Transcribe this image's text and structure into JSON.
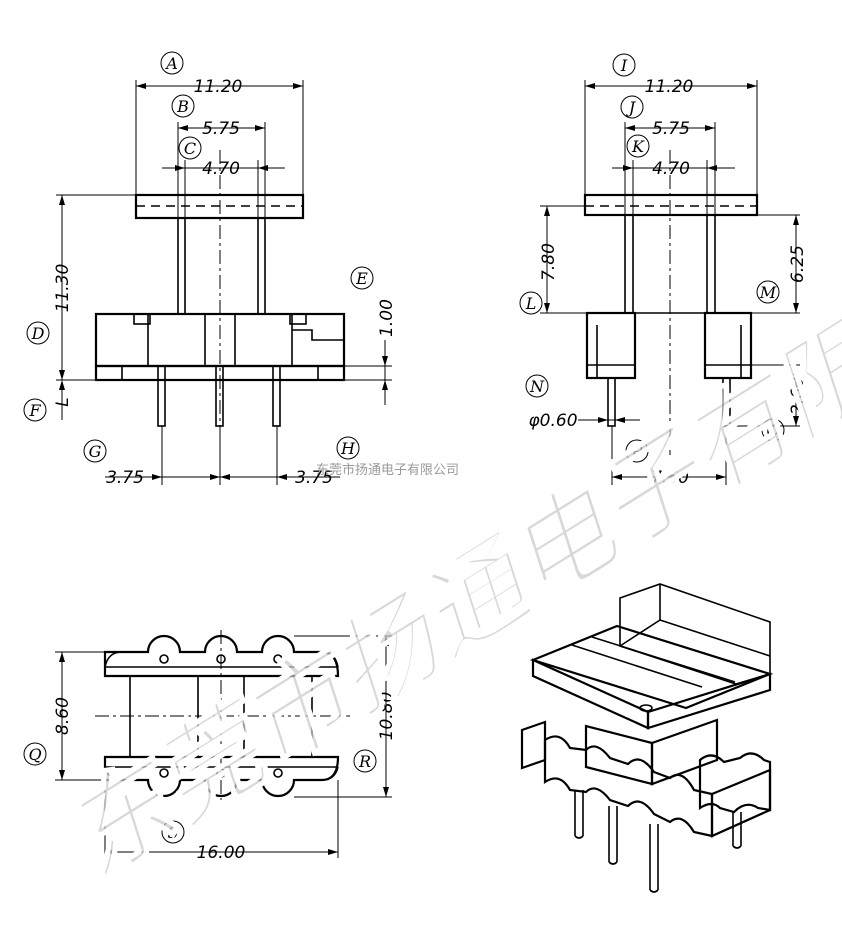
{
  "front_view": {
    "dims": {
      "A": "11.20",
      "B": "5.75",
      "C": "4.70",
      "D": "11.30",
      "E": "1.00",
      "F": "L",
      "G": "3.75",
      "H": "3.75"
    },
    "labels": [
      "A",
      "B",
      "C",
      "D",
      "E",
      "F",
      "G",
      "H"
    ]
  },
  "side_view": {
    "dims": {
      "I": "11.20",
      "J": "5.75",
      "K": "4.70",
      "L": "7.80",
      "M": "6.25",
      "N": "φ0.60",
      "O": "2.60",
      "P": "7.50"
    },
    "labels": [
      "I",
      "J",
      "K",
      "L",
      "M",
      "N",
      "O",
      "P"
    ]
  },
  "bottom_view": {
    "dims": {
      "Q": "8.60",
      "R": "10.80",
      "S": "16.00"
    },
    "labels": [
      "Q",
      "R",
      "S"
    ]
  },
  "watermark": {
    "large": "东莞市扬通电子有限公司",
    "small": "东莞市扬通电子有限公司"
  }
}
